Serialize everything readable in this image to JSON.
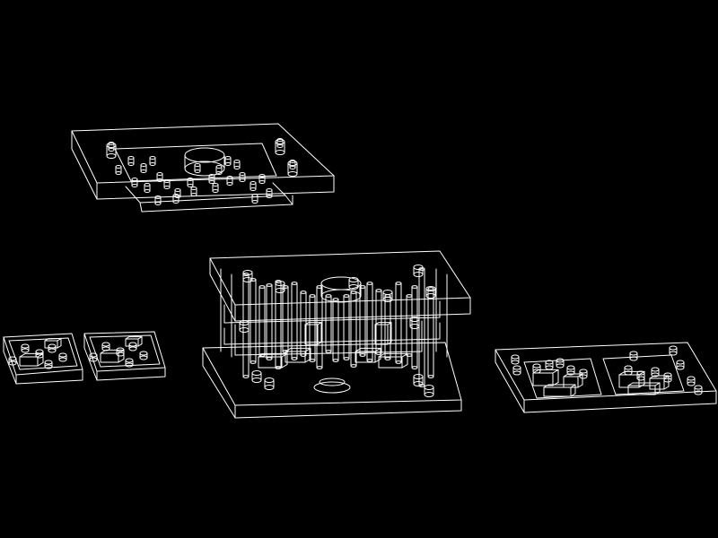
{
  "viewer": {
    "background_color": "#000000",
    "line_color": "#ffffff",
    "render_mode": "wireframe"
  },
  "drawing": {
    "subject": "exploded-mold-assembly",
    "parts": [
      {
        "id": "top-clamp-plate",
        "label": ""
      },
      {
        "id": "mold-base-assembly",
        "label": ""
      },
      {
        "id": "left-cavity-inserts",
        "label": ""
      },
      {
        "id": "right-core-plate",
        "label": ""
      }
    ]
  }
}
